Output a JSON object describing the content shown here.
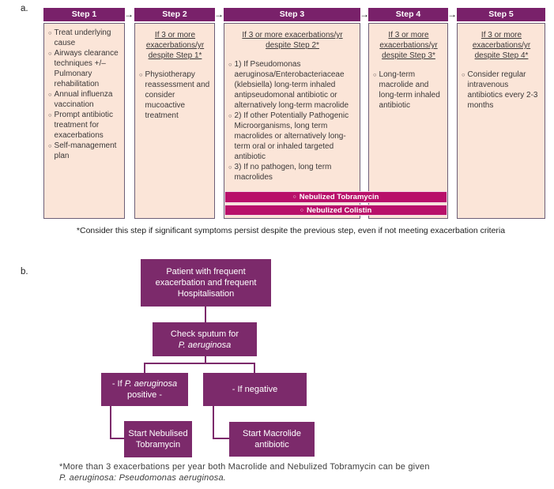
{
  "panel_a": {
    "label": "a.",
    "steps": [
      {
        "title": "Step 1",
        "bullets": [
          "Treat underlying cause",
          "Airways clearance techniques +/– Pulmonary rehabilitation",
          "Annual influenza vaccination",
          "Prompt antibiotic treatment for exacerbations",
          "Self-management plan"
        ]
      },
      {
        "title": "Step 2",
        "heading": "If 3 or more exacerbations/yr despite Step 1*",
        "bullets": [
          "Physiotherapy reassessment and consider mucoactive treatment"
        ]
      },
      {
        "title": "Step 3",
        "heading": "If 3 or more exacerbations/yr despite Step 2*",
        "bullets": [
          "1) If Pseudomonas aeruginosa/Enterobacteriaceae (klebsiella) long-term inhaled antipseudomonal antibiotic or alternatively long-term macrolide",
          "2) If other Potentially Pathogenic Microorganisms, long term macrolides or alternatively long-term oral or inhaled targeted antibiotic",
          "3) If no pathogen, long term macrolides"
        ]
      },
      {
        "title": "Step 4",
        "heading": "If 3 or more exacerbations/yr despite Step 3*",
        "bullets": [
          "Long-term macrolide and long-term inhaled antibiotic"
        ]
      },
      {
        "title": "Step 5",
        "heading": "If 3 or more exacerbations/yr despite Step 4*",
        "bullets": [
          "Consider regular intravenous antibiotics every 2-3 months"
        ]
      }
    ],
    "overlay_bars": [
      "Nebulized Tobramycin",
      "Nebulized Colistin"
    ],
    "footnote": "*Consider this step if significant symptoms persist despite the previous step, even if not meeting exacerbation criteria"
  },
  "panel_b": {
    "label": "b.",
    "nodes": {
      "root": "Patient with  frequent exacerbation and frequent Hospitalisation",
      "check_line1": "Check sputum for",
      "check_line2": "P. aeruginosa",
      "positive_pre": "- If ",
      "positive_italic": "P. aeruginosa",
      "positive_post": " positive -",
      "negative": "- If negative",
      "start_tobramycin": "Start Nebulised Tobramycin",
      "start_macrolide": "Start Macrolide antibiotic"
    },
    "footnote_line1": "*More than 3 exacerbations per year both Macrolide and Nebulized Tobramycin can be given",
    "footnote_line2": "P. aeruginosa: Pseudomonas aeruginosa."
  },
  "misc": {
    "bullet_char": "○",
    "arrow_char": "→"
  },
  "colors": {
    "header_purple": "#79216a",
    "flow_purple": "#7c2a6b",
    "bar_pink": "#b8106a",
    "box_fill": "#fbe5d8",
    "box_border": "#6d5f77",
    "text_dark": "#3b3838"
  }
}
